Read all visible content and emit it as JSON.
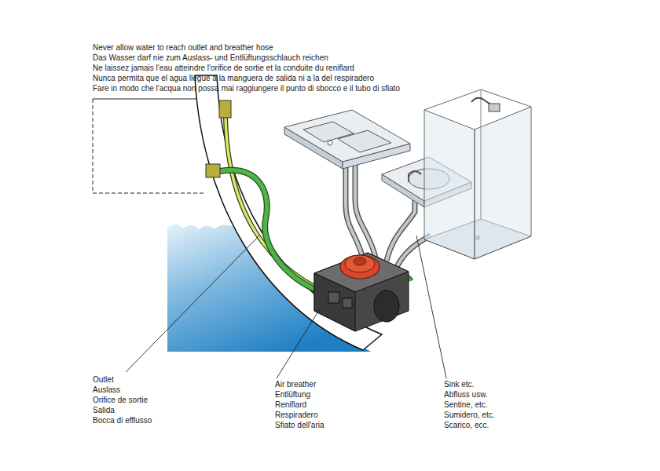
{
  "diagram": {
    "labels": [
      "Never allow water to reach outlet and breather hose",
      "Das Wasser darf nie zum Auslass- und Entlüftungsschlauch reichen",
      "Ne laissez jamais l'eau atteindre l'orifice de sortie et la conduite du reniflard",
      "Nunca permita que el agua llegue a la manguera de salida ni a la del respiradero",
      "Fare in modo che l'acqua non possa mai raggiungere il punto di sbocco e il tubo di sfiato",
      "Outlet",
      "Auslass",
      "Orifice de sortie",
      "Salida",
      "Bocca di efflusso",
      "Air breather",
      "Entlüftung",
      "Reniflard",
      "Respiradero",
      "Sfiato dell'aria",
      "Sink etc.",
      "Abfluss usw.",
      "Sentine, etc.",
      "Sumidero, etc.",
      "Scarico, ecc."
    ]
  }
}
